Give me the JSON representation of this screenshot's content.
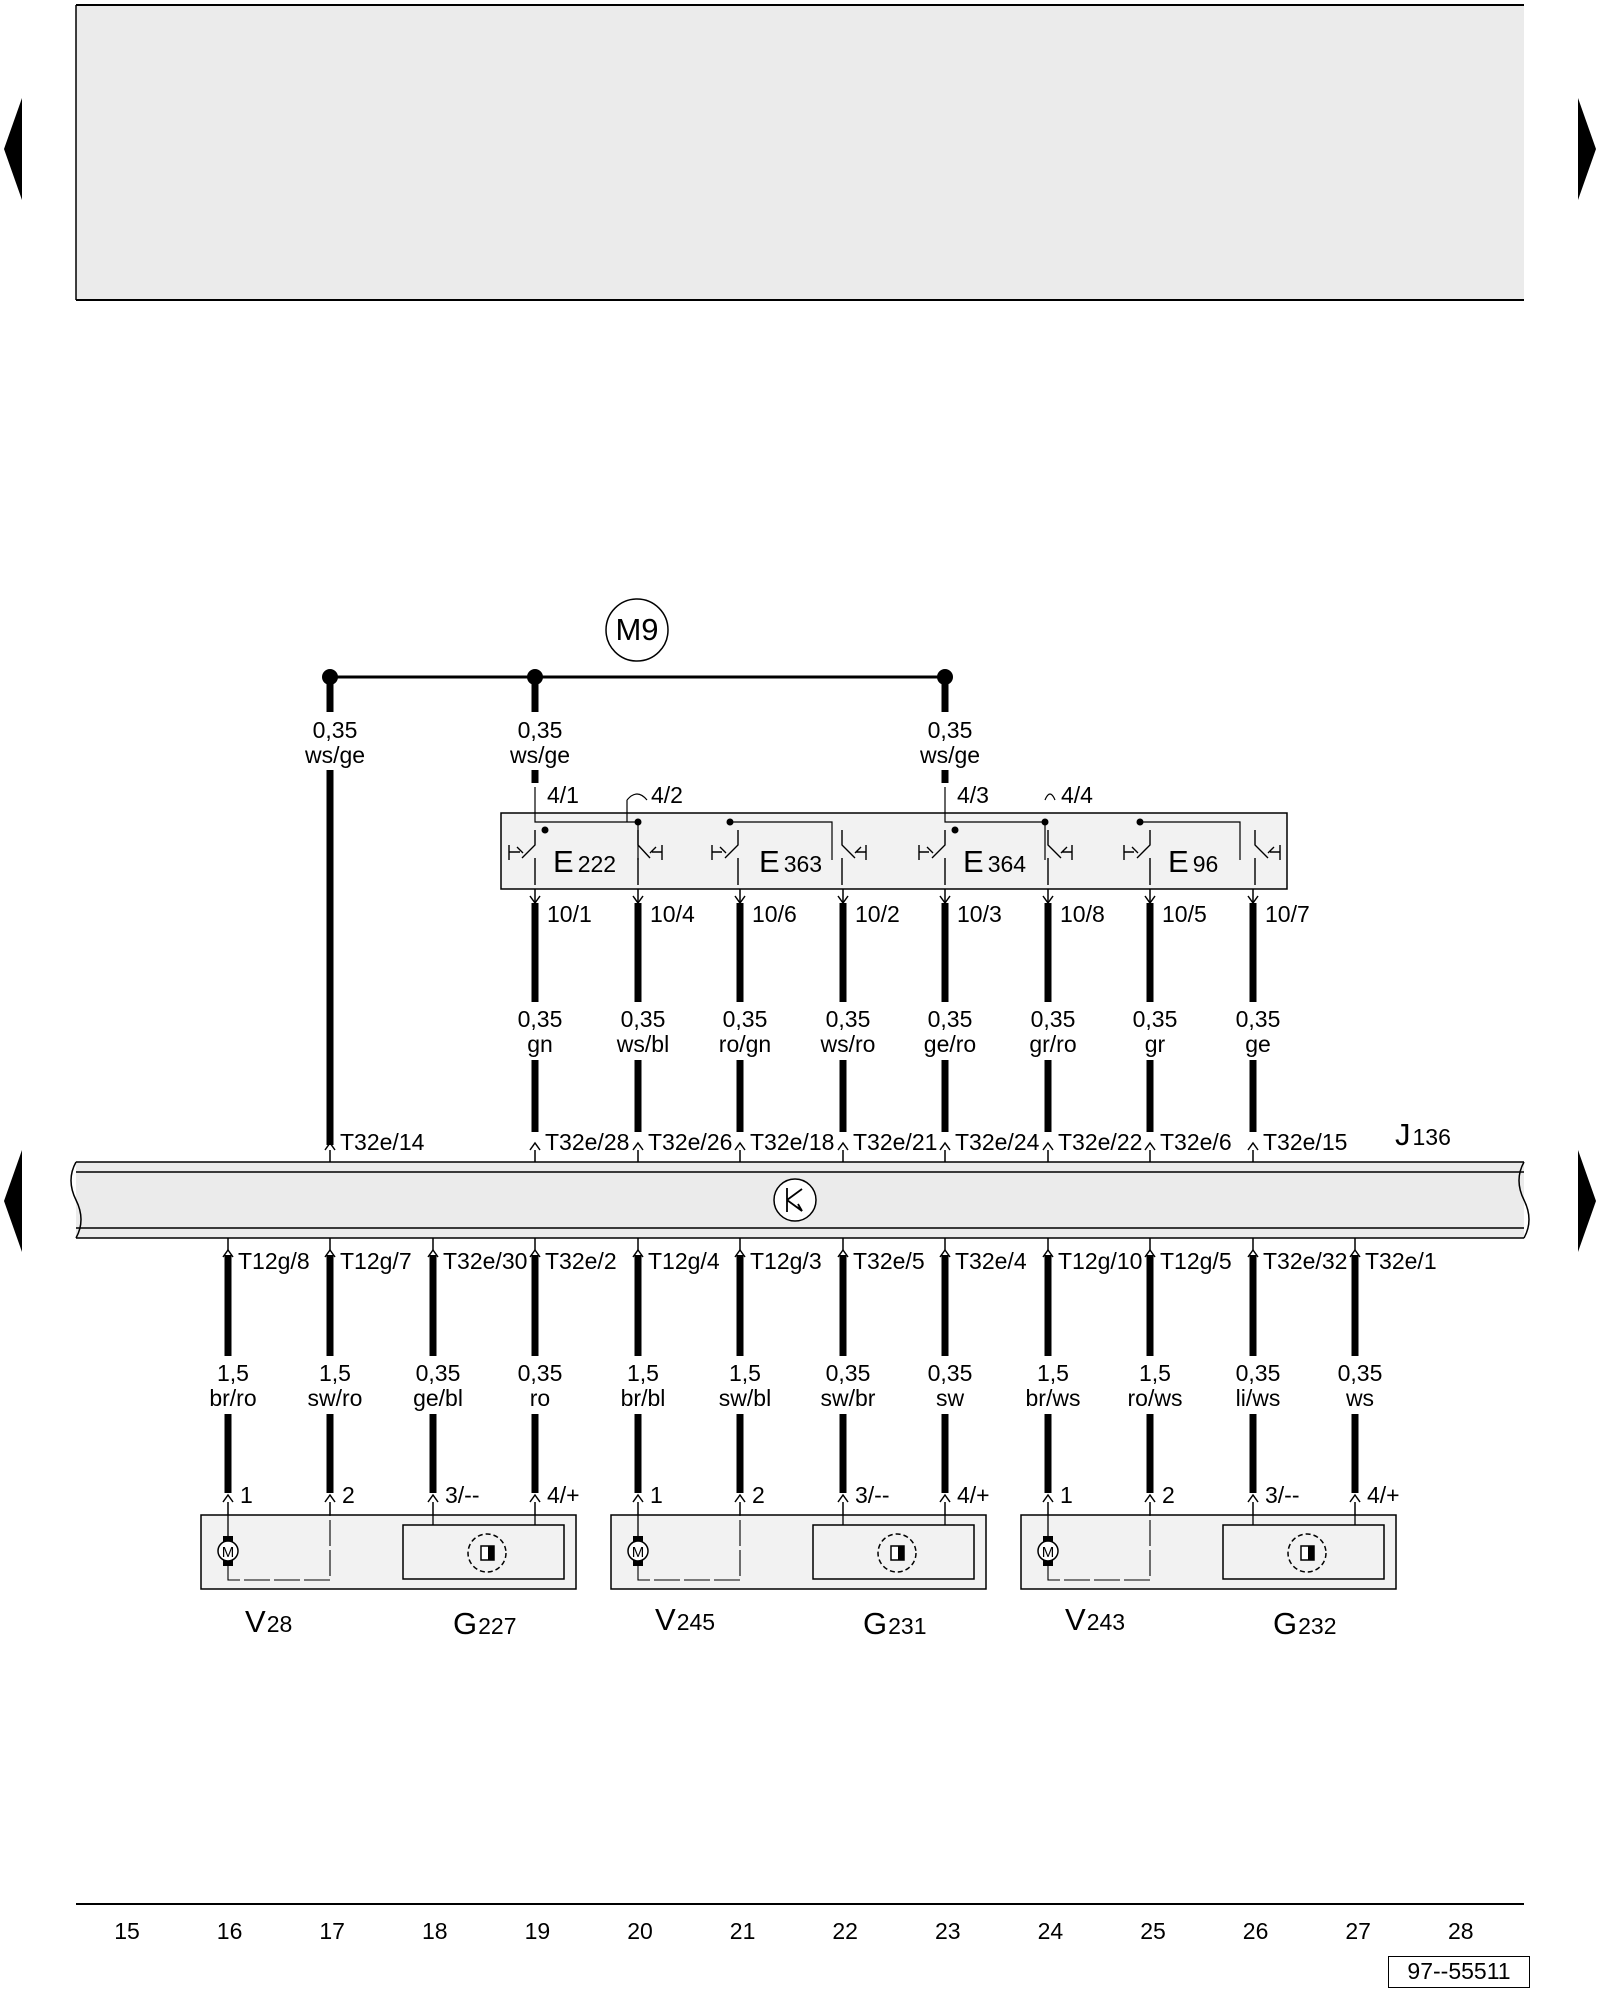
{
  "ground_point": "M9",
  "control_unit": {
    "letter": "J",
    "number": "136"
  },
  "top_feeds": [
    {
      "gauge": "0,35",
      "color": "ws/ge",
      "pin": "T32e/14"
    },
    {
      "gauge": "0,35",
      "color": "ws/ge"
    },
    {
      "gauge": "0,35",
      "color": "ws/ge"
    }
  ],
  "switch_pins_top": [
    "4/1",
    "4/2",
    "4/3",
    "4/4"
  ],
  "switches": [
    {
      "letter": "E",
      "number": "222"
    },
    {
      "letter": "E",
      "number": "363"
    },
    {
      "letter": "E",
      "number": "364"
    },
    {
      "letter": "E",
      "number": "96"
    }
  ],
  "switch_wires": [
    {
      "pin": "10/1",
      "gauge": "0,35",
      "color": "gn",
      "unit_pin": "T32e/28"
    },
    {
      "pin": "10/4",
      "gauge": "0,35",
      "color": "ws/bl",
      "unit_pin": "T32e/26"
    },
    {
      "pin": "10/6",
      "gauge": "0,35",
      "color": "ro/gn",
      "unit_pin": "T32e/18"
    },
    {
      "pin": "10/2",
      "gauge": "0,35",
      "color": "ws/ro",
      "unit_pin": "T32e/21"
    },
    {
      "pin": "10/3",
      "gauge": "0,35",
      "color": "ge/ro",
      "unit_pin": "T32e/24"
    },
    {
      "pin": "10/8",
      "gauge": "0,35",
      "color": "gr/ro",
      "unit_pin": "T32e/22"
    },
    {
      "pin": "10/5",
      "gauge": "0,35",
      "color": "gr",
      "unit_pin": "T32e/6"
    },
    {
      "pin": "10/7",
      "gauge": "0,35",
      "color": "ge",
      "unit_pin": "T32e/15"
    }
  ],
  "bottom_wires": [
    {
      "unit_pin": "T12g/8",
      "gauge": "1,5",
      "color": "br/ro",
      "comp_pin": "1"
    },
    {
      "unit_pin": "T12g/7",
      "gauge": "1,5",
      "color": "sw/ro",
      "comp_pin": "2"
    },
    {
      "unit_pin": "T32e/30",
      "gauge": "0,35",
      "color": "ge/bl",
      "comp_pin": "3/--"
    },
    {
      "unit_pin": "T32e/2",
      "gauge": "0,35",
      "color": "ro",
      "comp_pin": "4/+"
    },
    {
      "unit_pin": "T12g/4",
      "gauge": "1,5",
      "color": "br/bl",
      "comp_pin": "1"
    },
    {
      "unit_pin": "T12g/3",
      "gauge": "1,5",
      "color": "sw/bl",
      "comp_pin": "2"
    },
    {
      "unit_pin": "T32e/5",
      "gauge": "0,35",
      "color": "sw/br",
      "comp_pin": "3/--"
    },
    {
      "unit_pin": "T32e/4",
      "gauge": "0,35",
      "color": "sw",
      "comp_pin": "4/+"
    },
    {
      "unit_pin": "T12g/10",
      "gauge": "1,5",
      "color": "br/ws",
      "comp_pin": "1"
    },
    {
      "unit_pin": "T12g/5",
      "gauge": "1,5",
      "color": "ro/ws",
      "comp_pin": "2"
    },
    {
      "unit_pin": "T32e/32",
      "gauge": "0,35",
      "color": "li/ws",
      "comp_pin": "3/--"
    },
    {
      "unit_pin": "T32e/1",
      "gauge": "0,35",
      "color": "ws",
      "comp_pin": "4/+"
    }
  ],
  "components": [
    {
      "motor": {
        "letter": "V",
        "number": "28"
      },
      "sensor": {
        "letter": "G",
        "number": "227"
      }
    },
    {
      "motor": {
        "letter": "V",
        "number": "245"
      },
      "sensor": {
        "letter": "G",
        "number": "231"
      }
    },
    {
      "motor": {
        "letter": "V",
        "number": "243"
      },
      "sensor": {
        "letter": "G",
        "number": "232"
      }
    }
  ],
  "track_numbers": [
    "15",
    "16",
    "17",
    "18",
    "19",
    "20",
    "21",
    "22",
    "23",
    "24",
    "25",
    "26",
    "27",
    "28"
  ],
  "drawing_code": "97--55511",
  "colors": {
    "line": "#000000",
    "panel": "#ebebeb",
    "box": "#f2f2f2"
  }
}
